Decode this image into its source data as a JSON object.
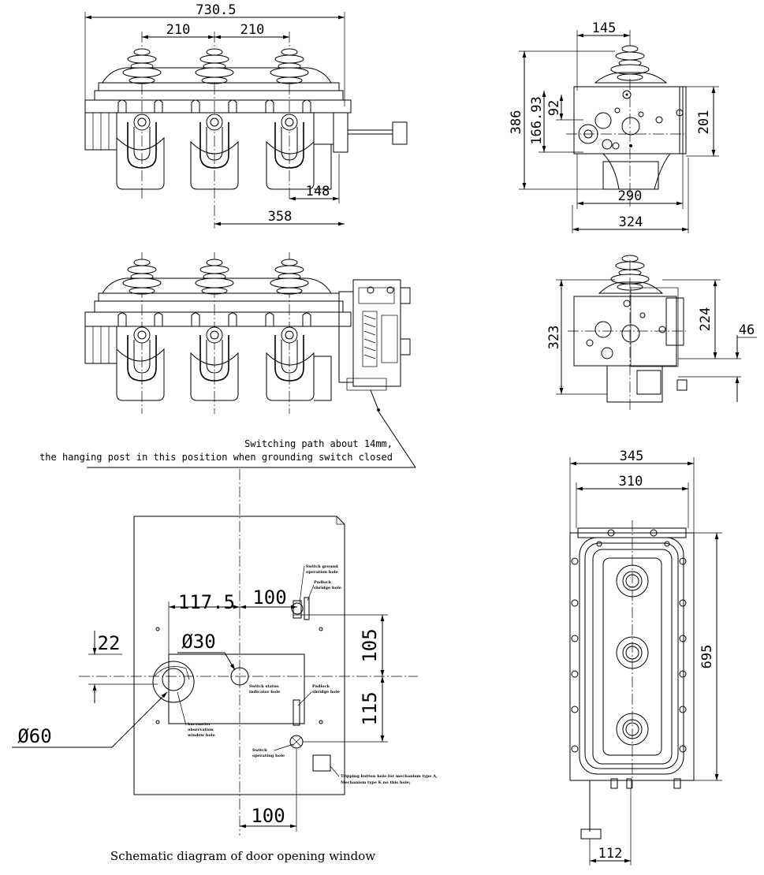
{
  "front_view_top": {
    "dims": {
      "overall_width": "730.5",
      "pitch_left": "210",
      "pitch_right": "210",
      "handle_offset": "148",
      "center_offset": "358"
    }
  },
  "side_view_top": {
    "dims": {
      "top_width": "145",
      "overall_height": "386",
      "height_a": "166.93",
      "height_b": "92",
      "right_height": "201",
      "base_inner": "290",
      "base_outer": "324"
    }
  },
  "side_view_mid": {
    "dims": {
      "height": "323",
      "right_height": "224",
      "offset": "46"
    }
  },
  "front_view_mid": {
    "note_line1": "Switching path about 14mm,",
    "note_line2": "the hanging post in this position when grounding switch closed"
  },
  "bottom_view": {
    "dims": {
      "outer_width": "345",
      "inner_width": "310",
      "height": "695",
      "bottom_offset": "112"
    }
  },
  "door_window": {
    "caption": "Schematic diagram of door opening window",
    "dims": {
      "d117": "117.5",
      "d100_top": "100",
      "d22": "22",
      "phi30": "Ø30",
      "phi60": "Ø60",
      "d105": "105",
      "d115": "115",
      "d100_bottom": "100"
    },
    "labels": {
      "ground_hole_1": "Switch ground",
      "ground_hole_2": "operation hole",
      "padlock_top_1": "Padlock",
      "padlock_top_2": "shridge hole",
      "status_1": "Switch status",
      "status_2": "indicator hole",
      "padlock_bot_1": "Padlock",
      "padlock_bot_2": "shridge hole",
      "baro_1": "barometer",
      "baro_2": "observation",
      "baro_3": "window hole",
      "op_hole_1": "Switch",
      "op_hole_2": "operating hole",
      "trip_1": "Tripping button hole for mechanism type A,",
      "trip_2": "Mechanism type K no this hole;"
    }
  }
}
